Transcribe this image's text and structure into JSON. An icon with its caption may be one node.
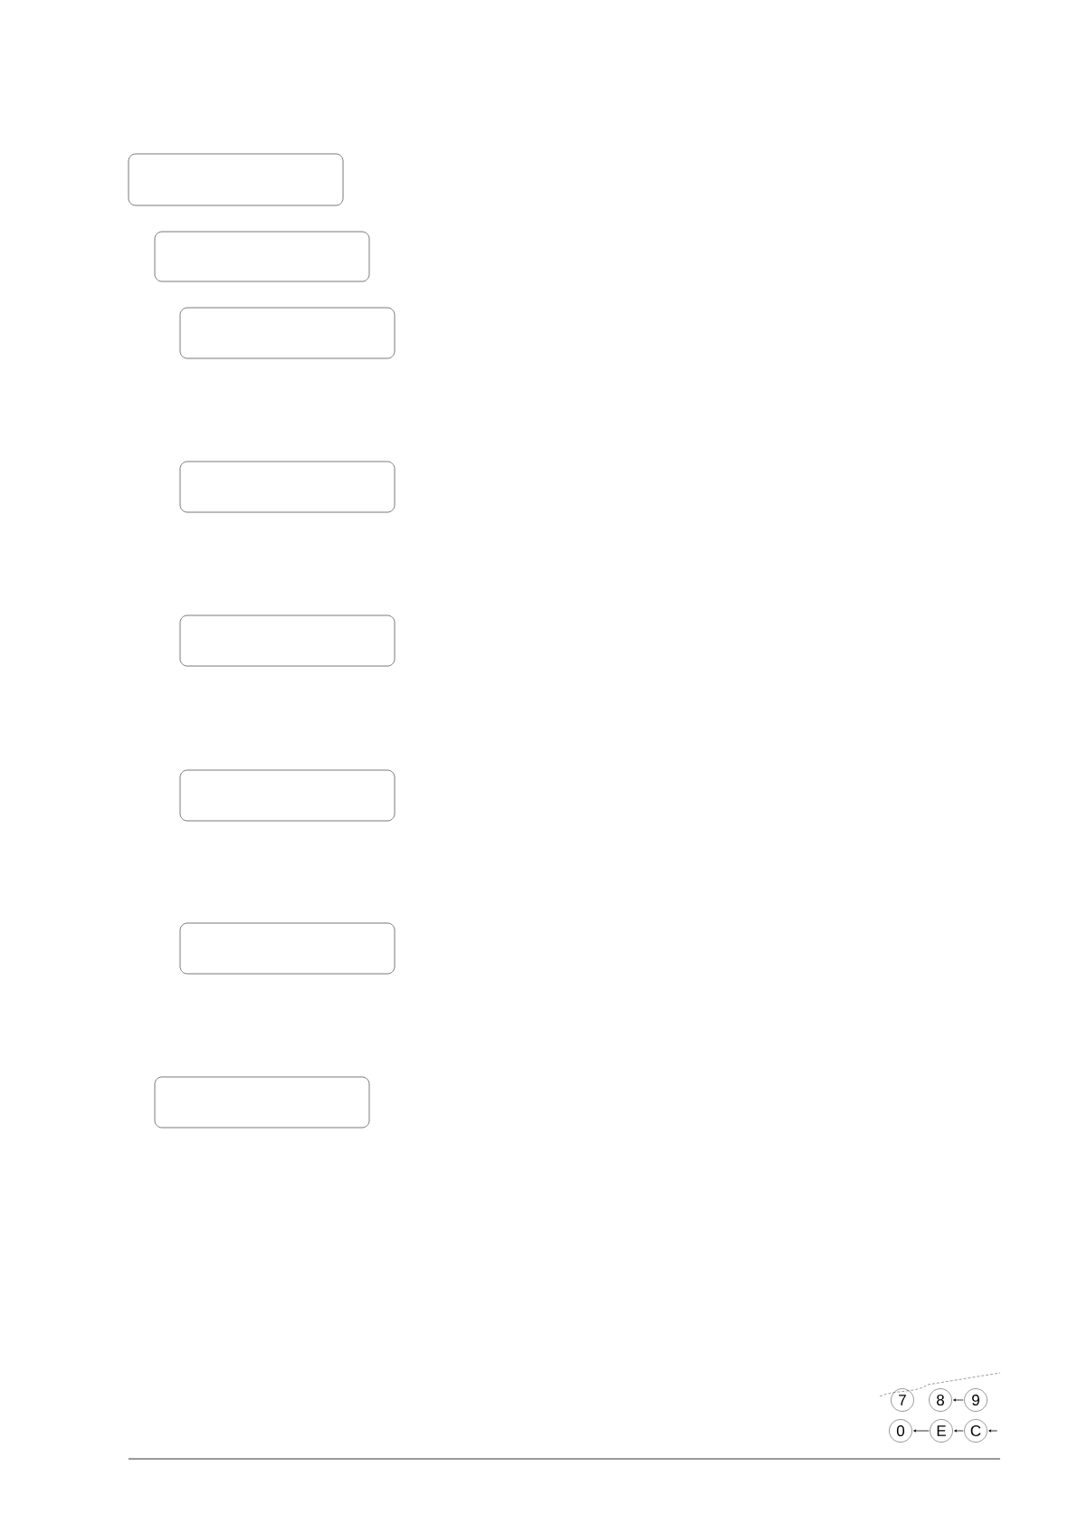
{
  "diagram": {
    "nodes": [
      {
        "text": [],
        "shape": "box"
      },
      {
        "text": [],
        "shape": "box"
      },
      {
        "text": [],
        "shape": "box"
      },
      {
        "text": [],
        "shape": "box"
      },
      {
        "text": [],
        "shape": "box"
      },
      {
        "text": [],
        "shape": "box"
      },
      {
        "text": [],
        "shape": "box"
      },
      {
        "text": [],
        "shape": "box"
      },
      {
        "text": [
          "7"
        ]
      },
      {
        "text": [
          "8"
        ]
      },
      {
        "text": [
          "9"
        ]
      },
      {
        "text": [
          "0"
        ]
      },
      {
        "text": [
          "E"
        ]
      },
      {
        "text": [
          "C"
        ]
      }
    ],
    "edges": [
      {
        "from": 10,
        "to": 9,
        "arrow": "to"
      },
      {
        "from": 12,
        "to": 11,
        "arrow": "to"
      },
      {
        "from": 13,
        "to": 12,
        "arrow": "to"
      },
      {
        "from": null,
        "to": 13,
        "arrow": "to"
      }
    ]
  }
}
